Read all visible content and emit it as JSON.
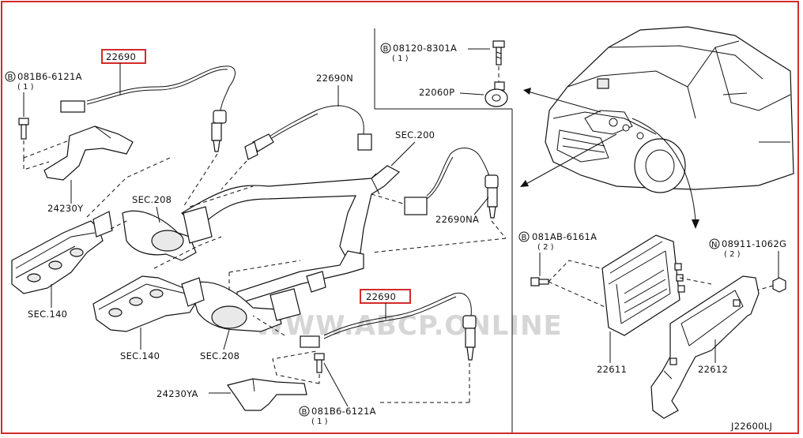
{
  "diagram_code": "J22600LJ",
  "watermark": "WWW.ABCP.ONLINE",
  "parts": {
    "sensor_top": "22690",
    "sensor_right": "22690N",
    "sensor_na": "22690NA",
    "sensor_bottom": "22690",
    "bracket_top": "24230Y",
    "bracket_bottom": "24230YA",
    "knock_sensor": "22060P",
    "ecm": "22611",
    "ecm_bracket": "22612"
  },
  "bolts": {
    "top_left": {
      "marker": "B",
      "number": "081B6-6121A",
      "qty": "( 1 )"
    },
    "knock": {
      "marker": "B",
      "number": "08120-8301A",
      "qty": "( 1 )"
    },
    "ecm": {
      "marker": "B",
      "number": "081AB-6161A",
      "qty": "( 2 )"
    },
    "nut": {
      "marker": "N",
      "number": "08911-1062G",
      "qty": "( 2 )"
    },
    "bottom": {
      "marker": "B",
      "number": "081B6-6121A",
      "qty": "( 1 )"
    }
  },
  "sections": {
    "sec200": "SEC.200",
    "sec208_top": "SEC.208",
    "sec140_left": "SEC.140",
    "sec140_mid": "SEC.140",
    "sec208_bottom": "SEC.208"
  },
  "colors": {
    "highlight": "#d32b2b",
    "ink": "#111111"
  }
}
